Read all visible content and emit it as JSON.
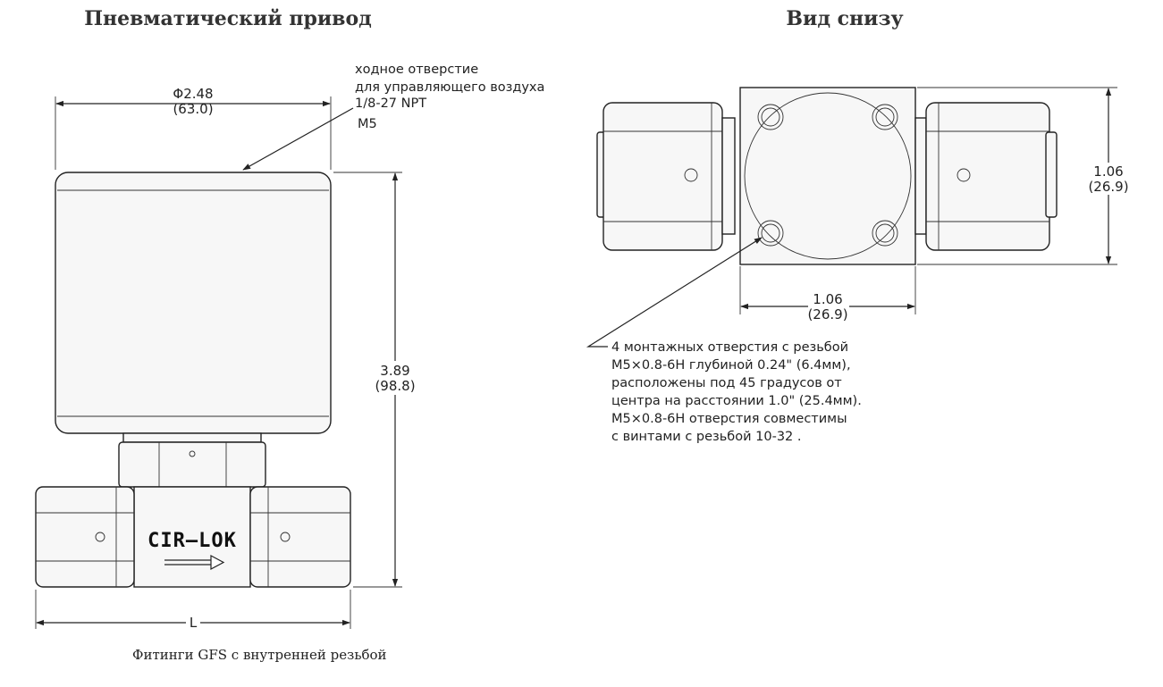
{
  "titles": {
    "left": "Пневматический привод",
    "right": "Вид снизу"
  },
  "caption": "Фитинги GFS с внутренней резьбой",
  "logo": "CIR–LOK",
  "left_view": {
    "diameter_in": "Φ2.48",
    "diameter_mm": "(63.0)",
    "port_note": [
      "ходное отверстие",
      "для управляющего воздуха",
      "1/8-27 NPT",
      "M5"
    ],
    "height_in": "3.89",
    "height_mm": "(98.8)",
    "length_label": "L"
  },
  "right_view": {
    "height_in": "1.06",
    "height_mm": "(26.9)",
    "width_in": "1.06",
    "width_mm": "(26.9)",
    "mount_note": [
      "4 монтажных отверстия с резьбой",
      "M5×0.8-6H глубиной 0.24\" (6.4мм),",
      "расположены под 45 градусов от",
      "центра на расстоянии 1.0\" (25.4мм).",
      "M5×0.8-6H отверстия совместимы",
      "с винтами с резьбой 10-32 ."
    ]
  }
}
